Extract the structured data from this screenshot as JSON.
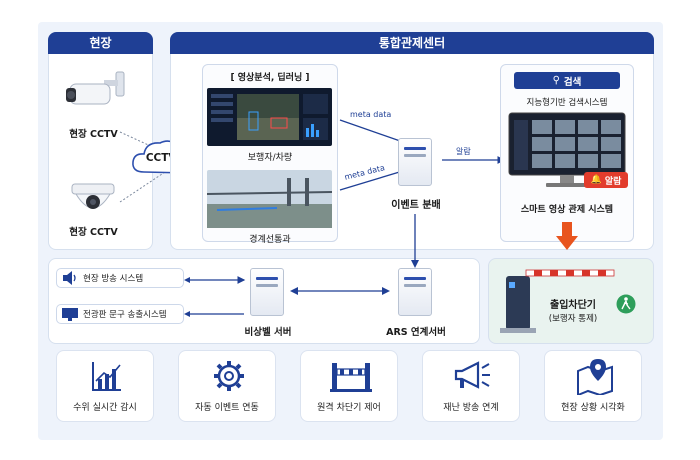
{
  "field": {
    "title": "현장",
    "cctv1": "현장 CCTV",
    "cctv2": "현장 CCTV",
    "network": "CCTV망"
  },
  "center": {
    "title": "통합관제센터"
  },
  "video": {
    "title": "[ 영상분석, 딥러닝 ]",
    "cap1": "보행자/차량",
    "cap2": "경계선통과"
  },
  "flow": {
    "meta1": "meta data",
    "meta2": "meta data",
    "alarm": "알람"
  },
  "event": {
    "label": "이벤트 분배"
  },
  "search": {
    "button": "검색",
    "system": "지능형기반 검색시스템",
    "alarm_badge": "알람",
    "monitor": "스마트 영상 관제 시스템"
  },
  "gate": {
    "label": "출입차단기",
    "sub": "(보행자 통제)"
  },
  "bottom": {
    "broadcast": "현장 방송 시스템",
    "sign": "전광판 문구 송출시스템",
    "emergency": "비상벨 서버",
    "ars": "ARS 연계서버"
  },
  "features": [
    {
      "label": "수위 실시간 감시",
      "icon": "chart-icon"
    },
    {
      "label": "자동 이벤트 연동",
      "icon": "gear-icon"
    },
    {
      "label": "원격 차단기 제어",
      "icon": "barrier-icon"
    },
    {
      "label": "재난 방송 연계",
      "icon": "megaphone-icon"
    },
    {
      "label": "현장 상황 시각화",
      "icon": "map-pin-icon"
    }
  ],
  "colors": {
    "navy": "#1f3f95",
    "accent": "#e8541e",
    "bg": "#eef3fb"
  }
}
